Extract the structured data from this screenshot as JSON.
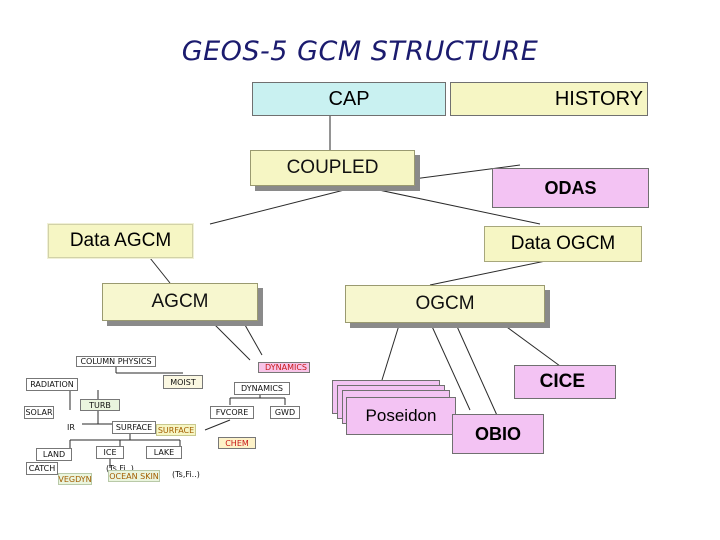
{
  "title": "GEOS-5 GCM STRUCTURE",
  "nodes": {
    "cap": "CAP",
    "history": "HISTORY",
    "coupled": "COUPLED",
    "odas": "ODAS",
    "data_agcm": "Data AGCM",
    "data_ogcm": "Data OGCM",
    "agcm": "AGCM",
    "ogcm": "OGCM",
    "column_physics": "COLUMN PHYSICS",
    "dynamics_top": "DYNAMICS",
    "moist": "MOIST",
    "radiation": "RADIATION",
    "dynamics": "DYNAMICS",
    "turb": "TURB",
    "solar": "SOLAR",
    "fvcore": "FVCORE",
    "gwd": "GWD",
    "ir": "IR",
    "surface": "SURFACE",
    "surface_ghost": "SURFACE",
    "chem": "CHEM",
    "land": "LAND",
    "ice": "ICE",
    "lake": "LAKE",
    "catch": "CATCH",
    "vegdyn": "VEGDYN",
    "ts_fi_1": "(Ts,Fi..)",
    "ocean_skin": "OCEAN SKIN",
    "ts_fi_2": "(Ts,Fi..)",
    "poseidon": "Poseidon",
    "cice": "CICE",
    "obio": "OBIO"
  },
  "colors": {
    "light_yellow": "#f6f6c4",
    "light_cyan": "#c9f1f1",
    "pink": "#f3c3f3",
    "title_navy": "#1b1b6e",
    "label_red": "#c81818"
  }
}
